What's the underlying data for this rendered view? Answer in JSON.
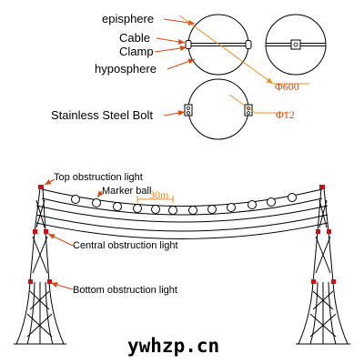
{
  "top_diagram": {
    "labels": {
      "episphere": "episphere",
      "cable": "Cable",
      "clamp": "Clamp",
      "hyposphere": "hyposphere",
      "bolt": "Stainless Steel Bolt"
    },
    "dimensions": {
      "diameter": "Φ600",
      "bolt_diameter": "Φ12"
    }
  },
  "bottom_diagram": {
    "labels": {
      "top_light": "Top obstruction light",
      "marker_ball": "Marker ball",
      "central_light": "Central obstruction light",
      "bottom_light": "Bottom obstruction light"
    },
    "spacing": "30m"
  },
  "watermark": "ywhzp.cn",
  "colors": {
    "line": "#000000",
    "arrow_red": "#d9480f",
    "dimension_orange": "#f08c1a",
    "light_red": "#cc1111"
  }
}
